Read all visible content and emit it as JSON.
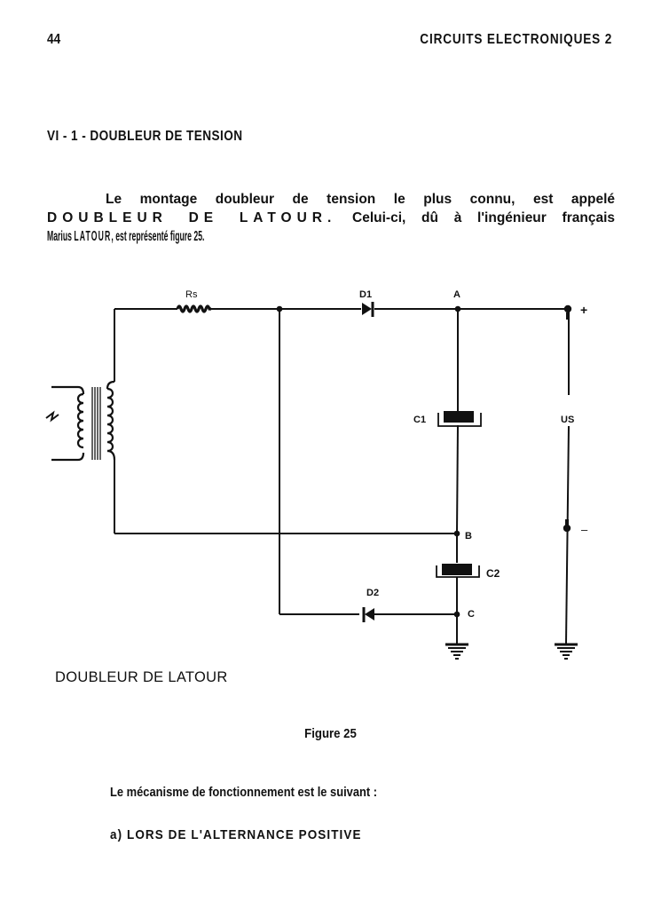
{
  "header": {
    "page_number": "44",
    "running_title": "CIRCUITS ELECTRONIQUES 2"
  },
  "section": {
    "title": "VI - 1 - DOUBLEUR DE TENSION"
  },
  "intro_paragraph": {
    "line1": "Le montage doubleur de tension le plus connu, est appelé",
    "line2_emph": "DOUBLEUR DE LATOUR.",
    "line2_rest": " Celui-ci, dû à l'ingénieur français",
    "line3_start": "Marius ",
    "line3_emph": "LATOUR",
    "line3_rest": ", est représenté figure 25."
  },
  "figure": {
    "labels": {
      "resistor": "Rs",
      "diode1": "D1",
      "node_a": "A",
      "plus": "+",
      "capacitor1": "C1",
      "output_voltage": "US",
      "node_b": "B",
      "minus": "–",
      "capacitor2": "C2",
      "diode2": "D2",
      "node_c": "C"
    },
    "caption_left": "DOUBLEUR DE LATOUR",
    "number": "Figure 25"
  },
  "body": {
    "mechanism_intro": "Le mécanisme de fonctionnement est le suivant :",
    "subheading": "a) LORS DE L'ALTERNANCE POSITIVE"
  }
}
